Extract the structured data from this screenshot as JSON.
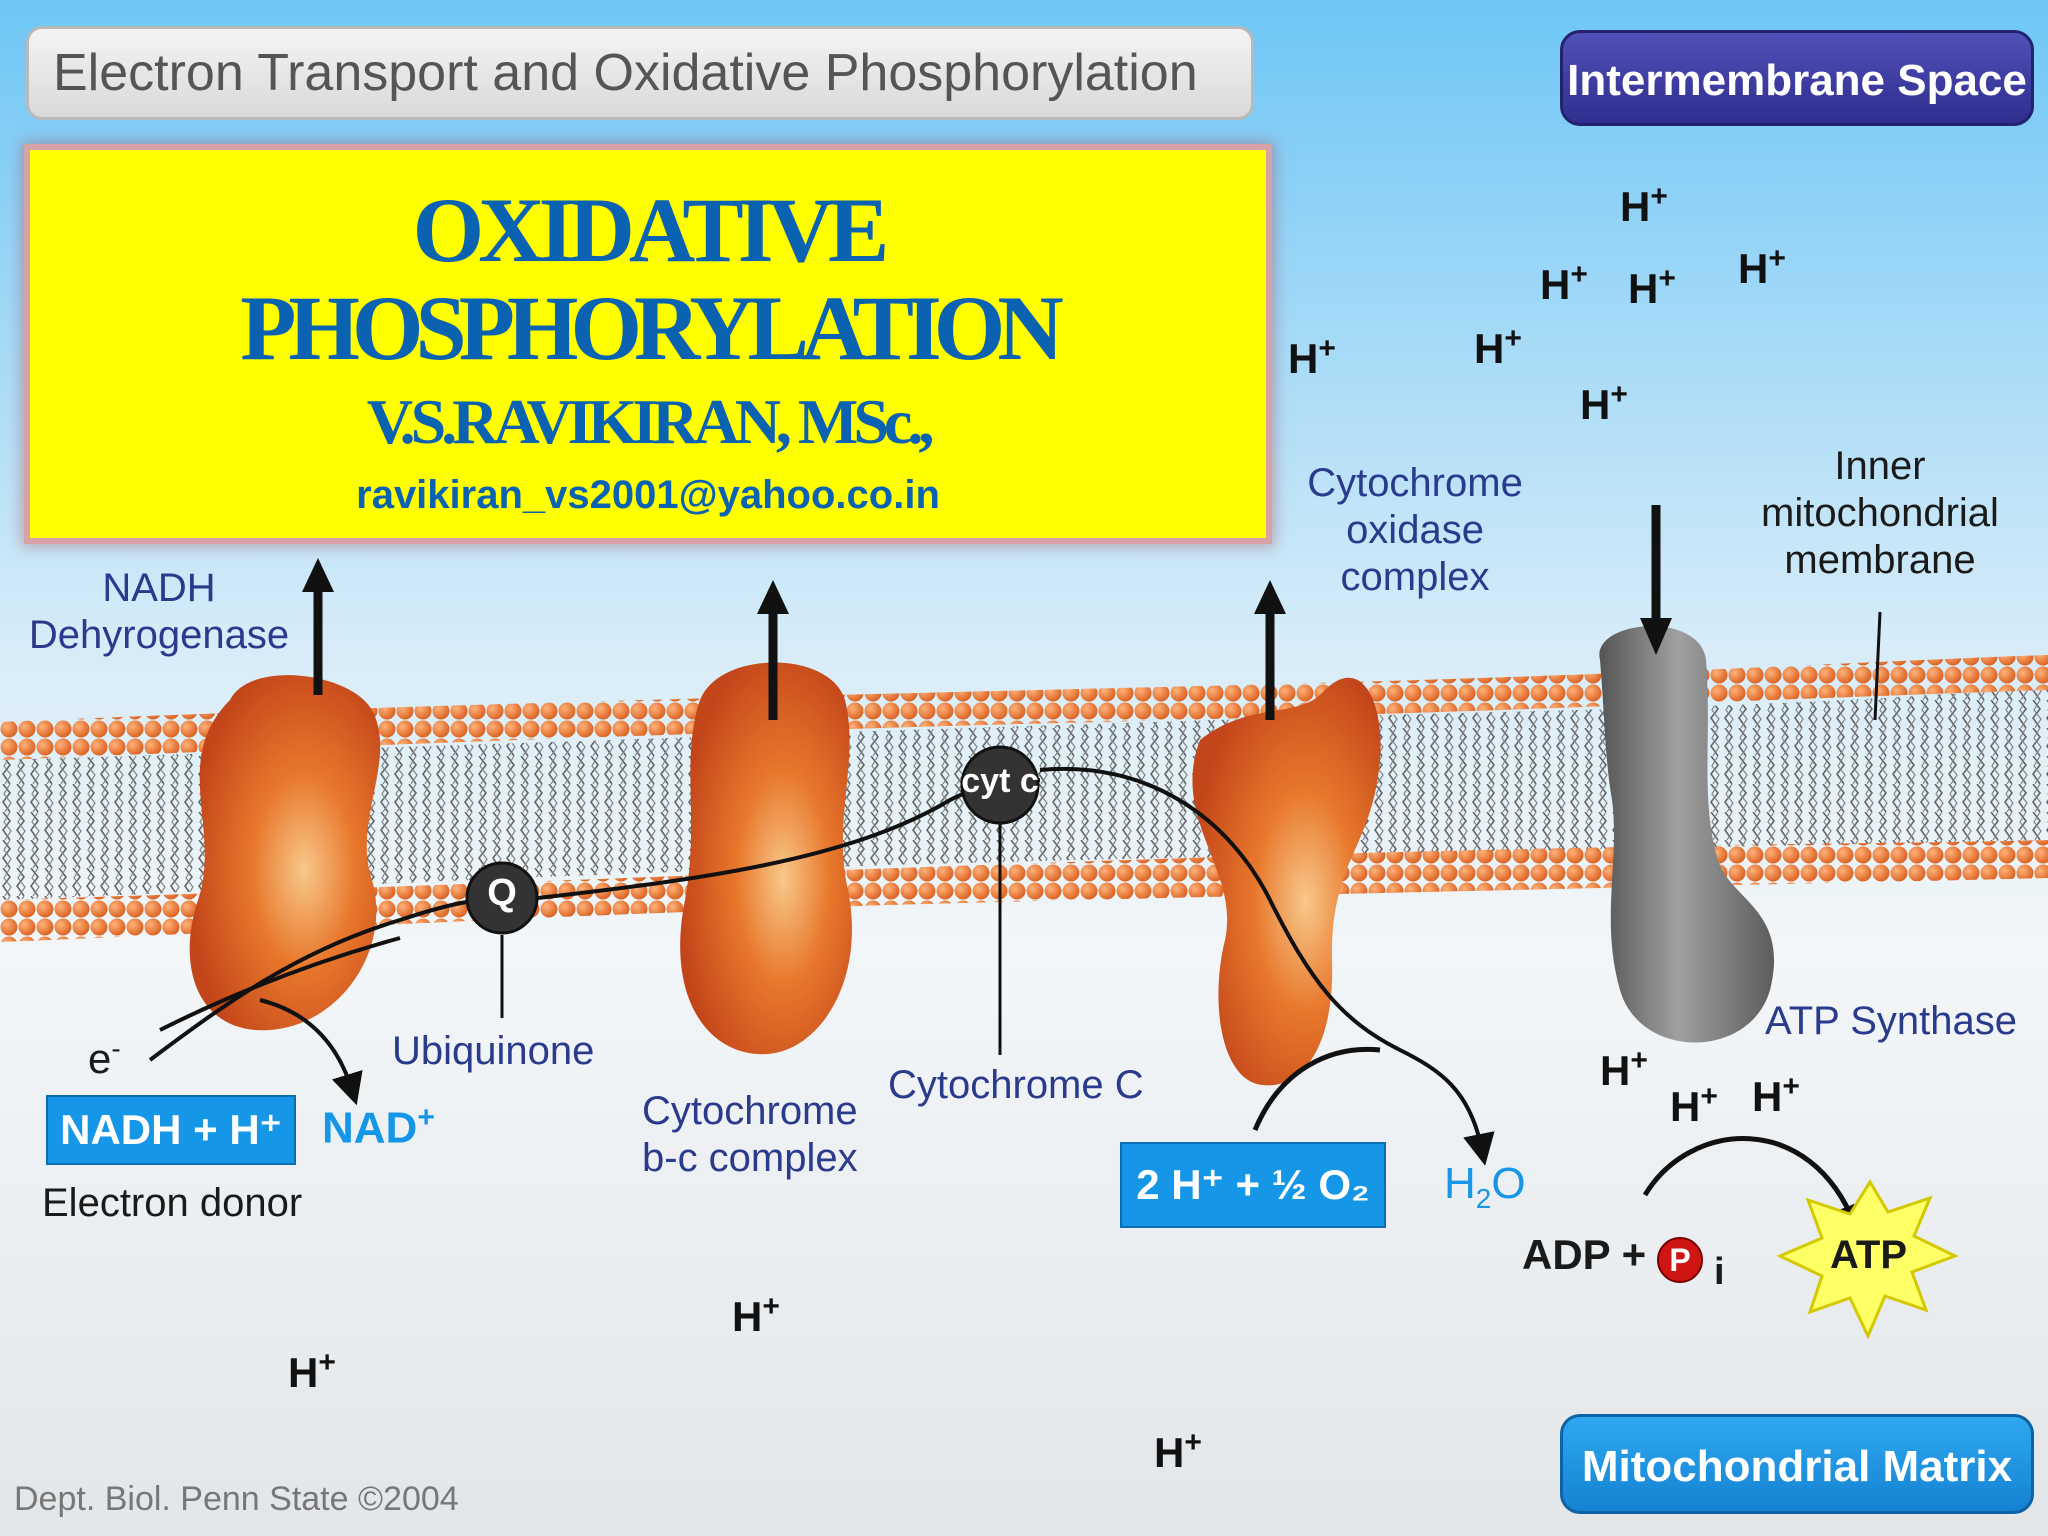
{
  "header": {
    "title": "Electron Transport and Oxidative Phosphorylation",
    "intermembrane_space": "Intermembrane Space",
    "mitochondrial_matrix": "Mitochondrial Matrix"
  },
  "overlay": {
    "title_line1": "OXIDATIVE",
    "title_line2": "PHOSPHORYLATION",
    "author": "V.S.RAVIKIRAN, MSc.,",
    "email": "ravikiran_vs2001@yahoo.co.in"
  },
  "labels": {
    "nadh_dh_1": "NADH",
    "nadh_dh_2": "Dehyrogenase",
    "cyt_oxidase_1": "Cytochrome",
    "cyt_oxidase_2": "oxidase",
    "cyt_oxidase_3": "complex",
    "inner_mem_1": "Inner",
    "inner_mem_2": "mitochondrial",
    "inner_mem_3": "membrane",
    "ubiquinone": "Ubiquinone",
    "cyt_bc_1": "Cytochrome",
    "cyt_bc_2": "b-c complex",
    "cytochrome_c": "Cytochrome C",
    "atp_synthase": "ATP Synthase",
    "electron": "e",
    "electron_sup": "-",
    "nadh_h": "NADH + H⁺",
    "nad": "NAD",
    "nad_sup": "+",
    "electron_donor": "Electron donor",
    "oxygen_reaction": "2 H⁺ + ½ O₂",
    "water": "H",
    "water_sub": "2",
    "water_o": "O",
    "adp": "ADP +",
    "pi_p": "P",
    "pi_i": "i",
    "atp": "ATP",
    "q": "Q",
    "cytc": "cyt c",
    "credit": "Dept. Biol. Penn State ©2004"
  },
  "protons": {
    "h": "H",
    "plus": "+"
  },
  "colors": {
    "protein": "#d85a1e",
    "lipid_head": "#e8762e",
    "synthase": "#7a7a7a",
    "sky_top": "#6ec6f6",
    "tag_blue": "#1696e6",
    "tag_indigo": "#3a3aa0",
    "overlay_bg": "#ffff00",
    "overlay_text": "#0b62b0"
  }
}
